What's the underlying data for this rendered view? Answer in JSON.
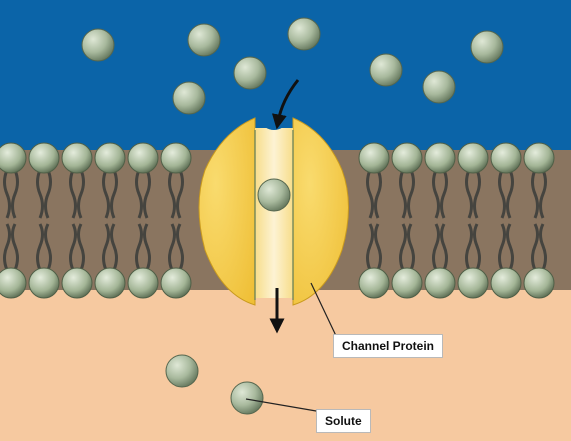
{
  "labels": {
    "channel_protein": "Channel Protein",
    "solute": "Solute"
  },
  "colors": {
    "extracellular": "#0b64a8",
    "intracellular": "#f6c9a0",
    "membrane_core": "#8a7560",
    "lipid_head": "#a9b99a",
    "lipid_tail": "#4c4c48",
    "protein": "#f5cc4c",
    "channel": "#fbe7b0",
    "solute": "#9fb096"
  },
  "icons": [
    "solute-molecule",
    "arrow-icon",
    "channel-protein"
  ]
}
